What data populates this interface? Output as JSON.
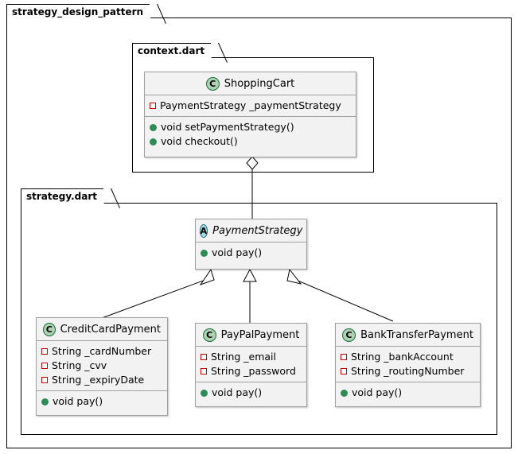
{
  "packages": [
    {
      "name": "strategy_design_pattern"
    },
    {
      "name": "context.dart"
    },
    {
      "name": "strategy.dart"
    }
  ],
  "classes": [
    {
      "id": "shopping-cart",
      "name": "ShoppingCart",
      "stereotype": "C",
      "abstract": false,
      "fields": [
        {
          "visibility": "private",
          "text": "PaymentStrategy _paymentStrategy"
        }
      ],
      "methods": [
        {
          "visibility": "public",
          "text": "void setPaymentStrategy()"
        },
        {
          "visibility": "public",
          "text": "void checkout()"
        }
      ]
    },
    {
      "id": "payment-strategy",
      "name": "PaymentStrategy",
      "stereotype": "A",
      "abstract": true,
      "fields": [],
      "methods": [
        {
          "visibility": "public",
          "text": "void pay()"
        }
      ]
    },
    {
      "id": "credit-card-payment",
      "name": "CreditCardPayment",
      "stereotype": "C",
      "abstract": false,
      "fields": [
        {
          "visibility": "private",
          "text": "String _cardNumber"
        },
        {
          "visibility": "private",
          "text": "String _cvv"
        },
        {
          "visibility": "private",
          "text": "String _expiryDate"
        }
      ],
      "methods": [
        {
          "visibility": "public",
          "text": "void pay()"
        }
      ]
    },
    {
      "id": "paypal-payment",
      "name": "PayPalPayment",
      "stereotype": "C",
      "abstract": false,
      "fields": [
        {
          "visibility": "private",
          "text": "String _email"
        },
        {
          "visibility": "private",
          "text": "String _password"
        }
      ],
      "methods": [
        {
          "visibility": "public",
          "text": "void pay()"
        }
      ]
    },
    {
      "id": "bank-transfer-payment",
      "name": "BankTransferPayment",
      "stereotype": "C",
      "abstract": false,
      "fields": [
        {
          "visibility": "private",
          "text": "String _bankAccount"
        },
        {
          "visibility": "private",
          "text": "String _routingNumber"
        }
      ],
      "methods": [
        {
          "visibility": "public",
          "text": "void pay()"
        }
      ]
    }
  ],
  "relations": [
    {
      "type": "aggregation",
      "from": "shopping-cart",
      "to": "payment-strategy"
    },
    {
      "type": "generalization",
      "from": "credit-card-payment",
      "to": "payment-strategy"
    },
    {
      "type": "generalization",
      "from": "paypal-payment",
      "to": "payment-strategy"
    },
    {
      "type": "generalization",
      "from": "bank-transfer-payment",
      "to": "payment-strategy"
    }
  ],
  "colors": {
    "class_fill": "#f2f2f2",
    "class_border": "#a0a0a0",
    "class_badge_green": "#add1b2",
    "abstract_badge_blue": "#a9dcdf",
    "private_marker": "#c00000",
    "public_marker": "#2e8b57",
    "line": "#000000",
    "background": "#ffffff"
  }
}
